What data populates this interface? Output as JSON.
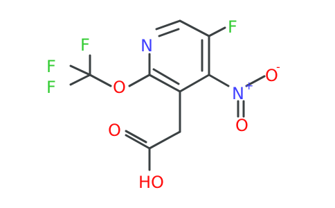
{
  "molecule": {
    "atoms": {
      "N_ring": {
        "label": "N",
        "element": "N",
        "color": "#4040ff"
      },
      "F_ring": {
        "label": "F",
        "element": "F",
        "color": "#33cc33"
      },
      "N_nitro": {
        "label": "N",
        "element": "N",
        "color": "#4040ff",
        "charge": "+"
      },
      "O_nitro_top": {
        "label": "O",
        "element": "O",
        "color": "#ff0d0d",
        "charge": "-"
      },
      "O_nitro_bottom": {
        "label": "O",
        "element": "O",
        "color": "#ff0d0d"
      },
      "O_ether": {
        "label": "O",
        "element": "O",
        "color": "#ff0d0d"
      },
      "F_cf3_top": {
        "label": "F",
        "element": "F",
        "color": "#33cc33"
      },
      "F_cf3_left": {
        "label": "F",
        "element": "F",
        "color": "#33cc33"
      },
      "F_cf3_bottom": {
        "label": "F",
        "element": "F",
        "color": "#33cc33"
      },
      "O_carbonyl": {
        "label": "O",
        "element": "O",
        "color": "#ff0d0d"
      },
      "OH_acid": {
        "label": "HO",
        "element": "O",
        "color": "#ff0d0d"
      }
    },
    "bond_color": "#3b4143"
  }
}
